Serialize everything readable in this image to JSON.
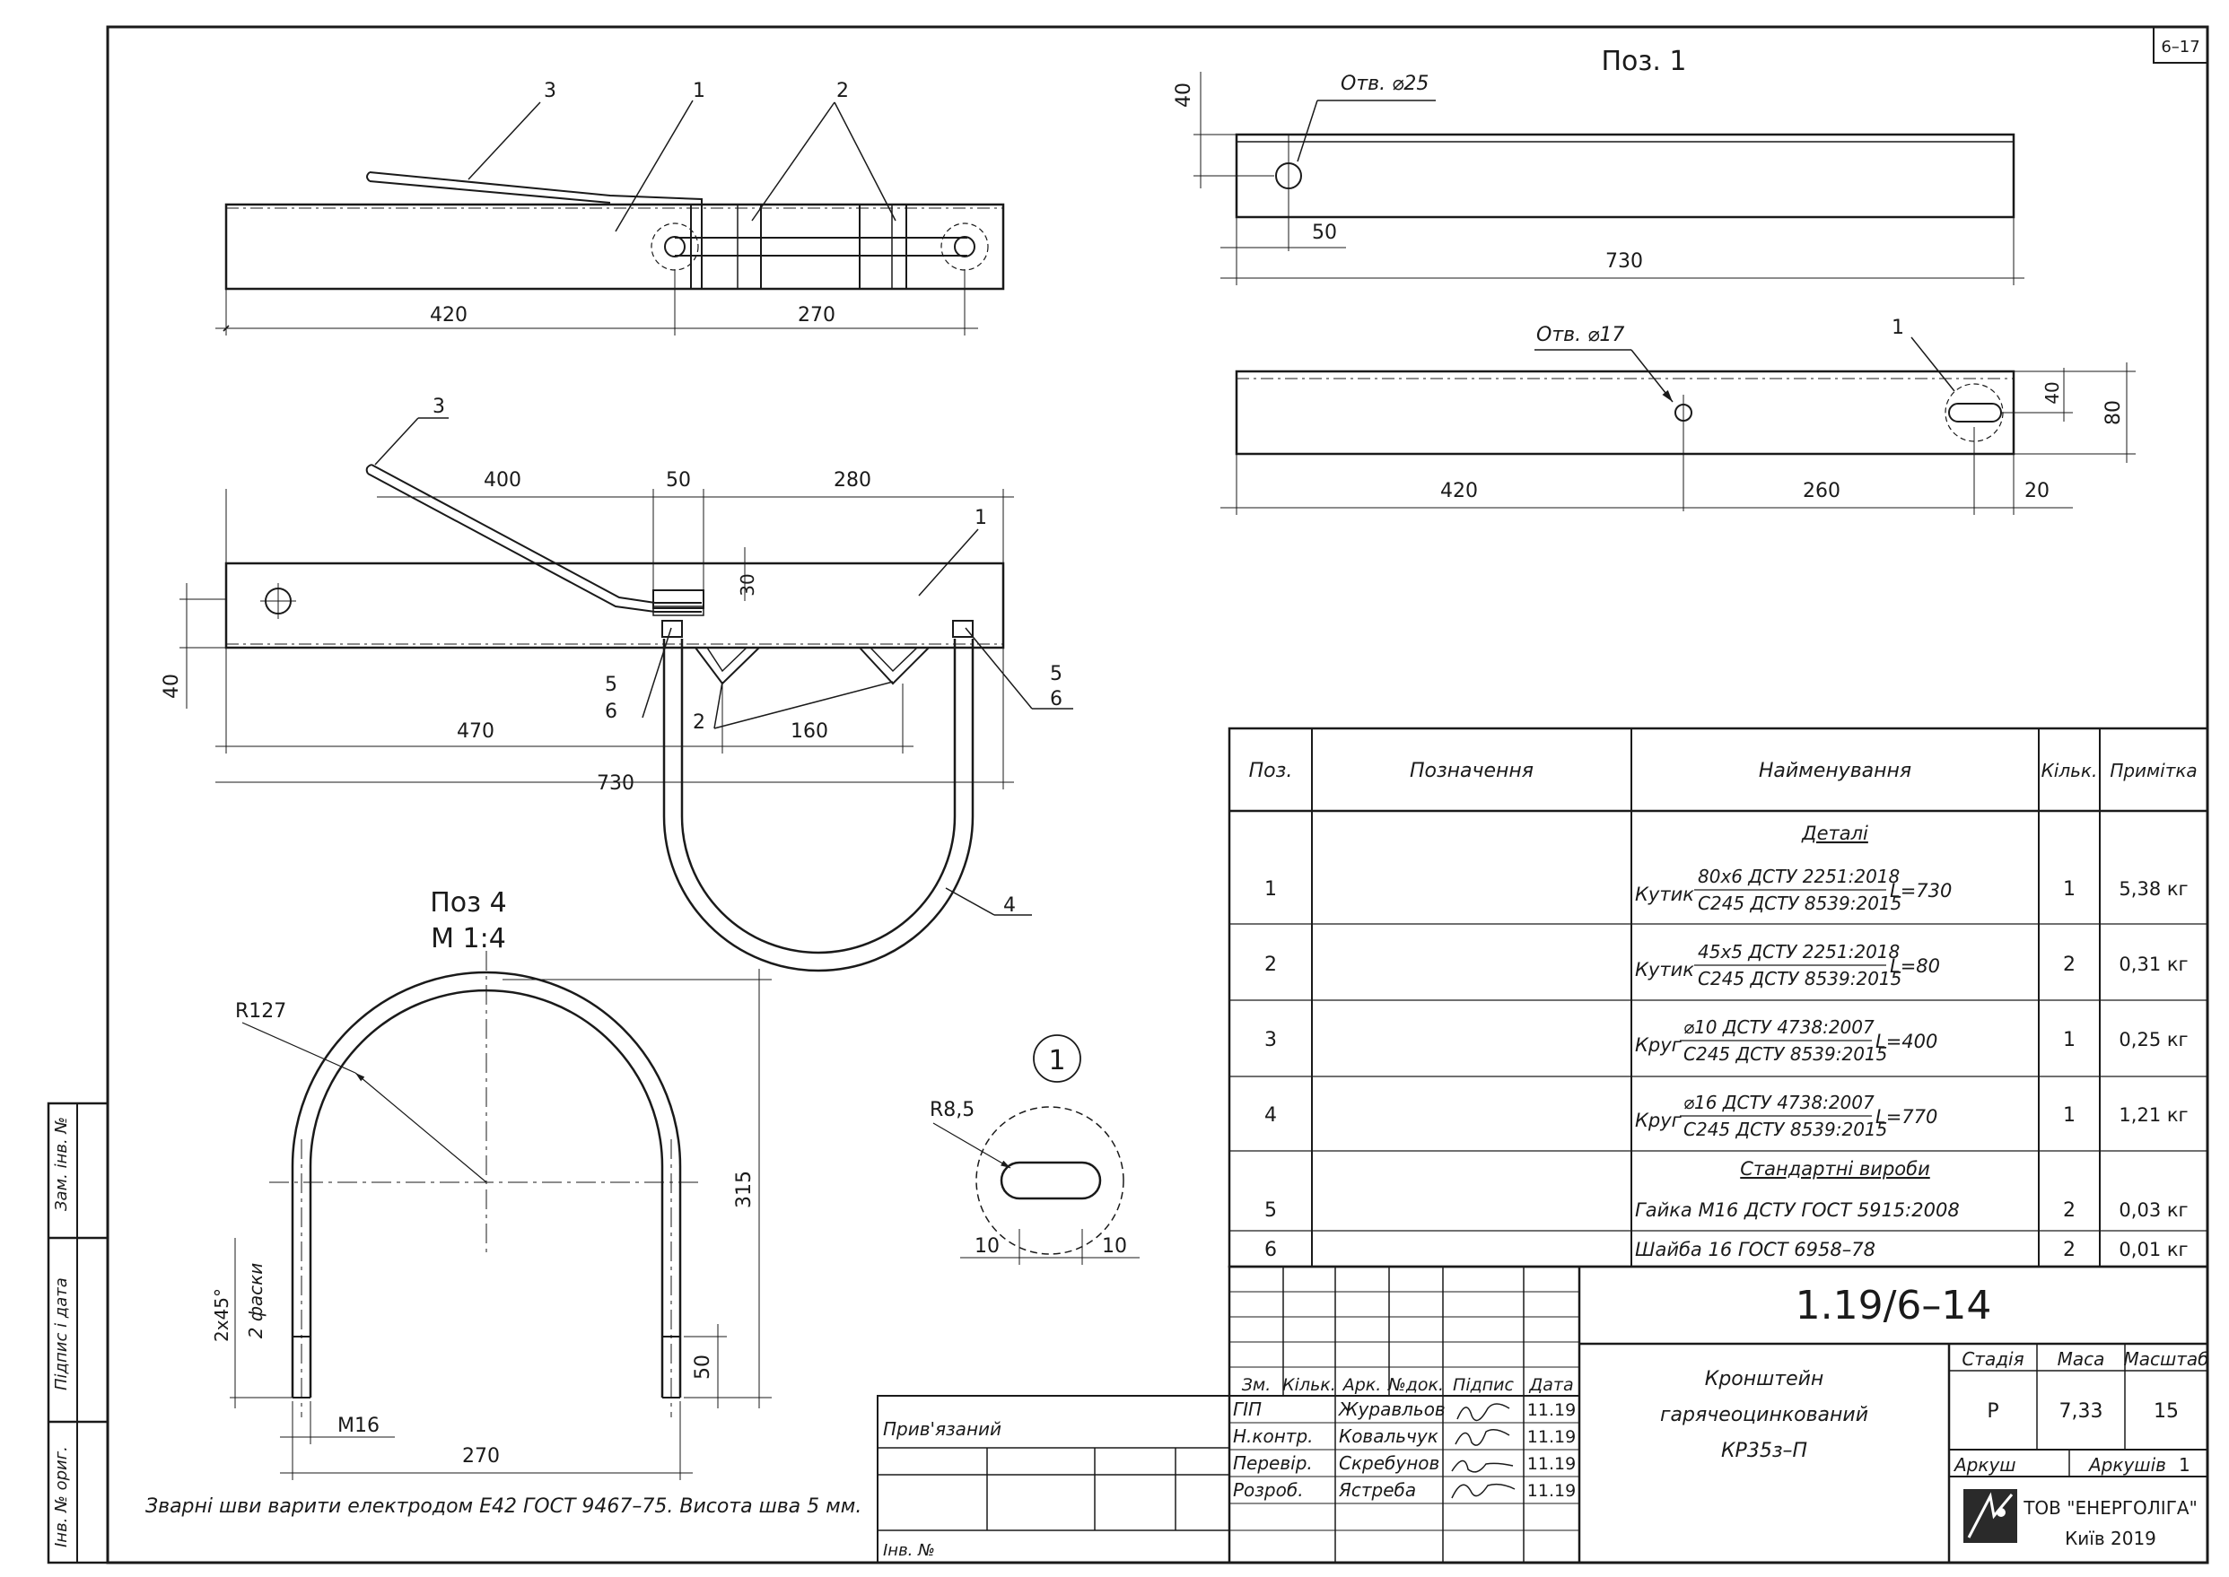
{
  "sheet": {
    "sheet_number": "6–17",
    "designation": "1.19/6–14",
    "welds_note": "Зварні шви варити електродом Е42 ГОСТ 9467–75. Висота шва 5 мм."
  },
  "poz1": {
    "title": "Поз. 1",
    "hole25": "Отв. ⌀25",
    "hole17": "Отв. ⌀17",
    "dims": {
      "d40": "40",
      "d50": "50",
      "d730": "730",
      "d40b": "40",
      "d80": "80",
      "d420": "420",
      "d260": "260",
      "d20": "20"
    },
    "leader_1": "1"
  },
  "top_view": {
    "leaders": [
      "3",
      "1",
      "2"
    ],
    "dims": {
      "d420": "420",
      "d270": "270"
    }
  },
  "front_view": {
    "leaders": {
      "l3": "3",
      "l1": "1",
      "l5a": "5",
      "l6a": "6",
      "l5b": "5",
      "l6b": "6",
      "l2": "2",
      "l4": "4"
    },
    "dims": {
      "d400": "400",
      "d50": "50",
      "d280": "280",
      "d30": "30",
      "d40": "40",
      "d470": "470",
      "d160": "160",
      "d730": "730"
    }
  },
  "poz4": {
    "title": "Поз 4",
    "scale": "М 1:4",
    "dims": {
      "r127": "R127",
      "d315": "315",
      "d50": "50",
      "d270": "270",
      "m16": "М16",
      "chamfer": "2х45°",
      "chamfer_note": "2 фаски"
    }
  },
  "detail1": {
    "callout": "1",
    "r85": "R8,5",
    "d10a": "10",
    "d10b": "10"
  },
  "spec": {
    "headers": {
      "pos": "Поз.",
      "designation": "Позначення",
      "name": "Найменування",
      "qty": "Кільк.",
      "note": "Примітка"
    },
    "section_details": "Деталі",
    "section_std": "Стандартні вироби",
    "rows": [
      {
        "pos": "1",
        "prefix": "Кутик",
        "top": "80х6 ДСТУ 2251:2018",
        "bottom": "С245 ДСТУ 8539:2015",
        "suffix": "L=730",
        "qty": "1",
        "note": "5,38 кг"
      },
      {
        "pos": "2",
        "prefix": "Кутик",
        "top": "45х5 ДСТУ 2251:2018",
        "bottom": "С245 ДСТУ 8539:2015",
        "suffix": "L=80",
        "qty": "2",
        "note": "0,31 кг"
      },
      {
        "pos": "3",
        "prefix": "Круг",
        "top": "⌀10 ДСТУ 4738:2007",
        "bottom": "С245 ДСТУ 8539:2015",
        "suffix": "L=400",
        "qty": "1",
        "note": "0,25 кг"
      },
      {
        "pos": "4",
        "prefix": "Круг",
        "top": "⌀16 ДСТУ 4738:2007",
        "bottom": "С245 ДСТУ 8539:2015",
        "suffix": "L=770",
        "qty": "1",
        "note": "1,21 кг"
      }
    ],
    "std_rows": [
      {
        "pos": "5",
        "name": "Гайка М16 ДСТУ ГОСТ 5915:2008",
        "qty": "2",
        "note": "0,03 кг"
      },
      {
        "pos": "6",
        "name": "Шайба 16 ГОСТ 6958–78",
        "qty": "2",
        "note": "0,01 кг"
      }
    ]
  },
  "title_block": {
    "cols": {
      "zm": "Зм.",
      "kilk": "Кільк.",
      "ark": "Арк.",
      "ndok": "№док.",
      "pidpys": "Підпис",
      "data": "Дата"
    },
    "people": [
      {
        "role": "ГІП",
        "name": "Журавльов",
        "date": "11.19"
      },
      {
        "role": "Н.контр.",
        "name": "Ковальчук",
        "date": "11.19"
      },
      {
        "role": "Перевір.",
        "name": "Скребунов",
        "date": "11.19"
      },
      {
        "role": "Розроб.",
        "name": "Ястреба",
        "date": "11.19"
      }
    ],
    "product_line1": "Кронштейн",
    "product_line2": "гарячеоцинкований",
    "product_line3": "КР35з–П",
    "stage_label": "Стадія",
    "mass_label": "Маса",
    "scale_label": "Масштаб",
    "stage": "Р",
    "mass": "7,33",
    "scale": "15",
    "sheet_label": "Аркуш",
    "sheets_label": "Аркушів",
    "sheets": "1",
    "company": "ТОВ \"ЕНЕРГОЛІГА\"",
    "city": "Київ 2019",
    "attached": "Прив'язаний",
    "inv": "Інв. №"
  },
  "side_stamps": {
    "zam": "Зам. інв. №",
    "pidpys": "Підпис і дата",
    "inv": "Інв. № ориг."
  }
}
